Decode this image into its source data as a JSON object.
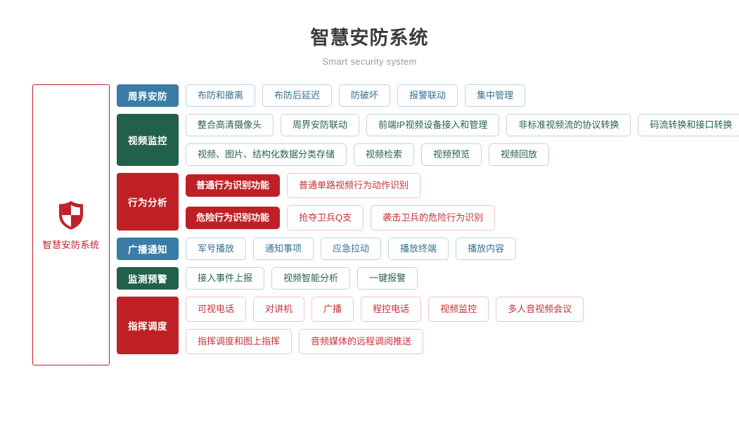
{
  "header": {
    "title": "智慧安防系统",
    "subtitle": "Smart security system"
  },
  "system_panel": {
    "icon": "shield-icon",
    "label": "智慧安防系统",
    "border_color": "#c0202a"
  },
  "colors": {
    "blue": "#3a7ca5",
    "green": "#21614b",
    "red": "#bf2026",
    "title": "#3b3b3b",
    "subtitle": "#9a9a9a"
  },
  "categories": [
    {
      "label": "周界安防",
      "color": "blue",
      "lines": [
        {
          "items": [
            {
              "label": "布防和撤离",
              "style": "outline"
            },
            {
              "label": "布防后延迟",
              "style": "outline"
            },
            {
              "label": "防破坏",
              "style": "outline"
            },
            {
              "label": "报警联动",
              "style": "outline"
            },
            {
              "label": "集中管理",
              "style": "outline"
            }
          ]
        }
      ]
    },
    {
      "label": "视频监控",
      "color": "green",
      "lines": [
        {
          "items": [
            {
              "label": "整合高清摄像头",
              "style": "outline"
            },
            {
              "label": "周界安防联动",
              "style": "outline"
            },
            {
              "label": "前端IP视频设备接入和管理",
              "style": "outline"
            },
            {
              "label": "非标准视频流的协议转换",
              "style": "outline"
            },
            {
              "label": "码流转换和接口转换",
              "style": "outline"
            }
          ]
        },
        {
          "items": [
            {
              "label": "视频、图片、结构化数据分类存储",
              "style": "outline"
            },
            {
              "label": "视频检索",
              "style": "outline"
            },
            {
              "label": "视频预览",
              "style": "outline"
            },
            {
              "label": "视频回放",
              "style": "outline"
            }
          ]
        }
      ]
    },
    {
      "label": "行为分析",
      "color": "red",
      "lines": [
        {
          "items": [
            {
              "label": "普通行为识别功能",
              "style": "solid"
            },
            {
              "label": "普通单路视频行为动作识别",
              "style": "outline"
            }
          ]
        },
        {
          "items": [
            {
              "label": "危险行为识别功能",
              "style": "solid"
            },
            {
              "label": "抢夺卫兵Q支",
              "style": "outline"
            },
            {
              "label": "袭击卫兵的危险行为识别",
              "style": "outline"
            }
          ]
        }
      ]
    },
    {
      "label": "广播通知",
      "color": "blue",
      "lines": [
        {
          "items": [
            {
              "label": "军号播放",
              "style": "outline"
            },
            {
              "label": "通知事项",
              "style": "outline"
            },
            {
              "label": "应急拉动",
              "style": "outline"
            },
            {
              "label": "播放终端",
              "style": "outline"
            },
            {
              "label": "播放内容",
              "style": "outline"
            }
          ]
        }
      ]
    },
    {
      "label": "监测预警",
      "color": "green",
      "lines": [
        {
          "items": [
            {
              "label": "接入事件上报",
              "style": "outline"
            },
            {
              "label": "视频智能分析",
              "style": "outline"
            },
            {
              "label": "一键报警",
              "style": "outline"
            }
          ]
        }
      ]
    },
    {
      "label": "指挥调度",
      "color": "red",
      "lines": [
        {
          "items": [
            {
              "label": "可视电话",
              "style": "outline"
            },
            {
              "label": "对讲机",
              "style": "outline"
            },
            {
              "label": "广播",
              "style": "outline"
            },
            {
              "label": "程控电话",
              "style": "outline"
            },
            {
              "label": "视频监控",
              "style": "outline"
            },
            {
              "label": "多人音视频会议",
              "style": "outline"
            }
          ]
        },
        {
          "items": [
            {
              "label": "指挥调度和图上指挥",
              "style": "outline"
            },
            {
              "label": "音频媒体的远程调阅推送",
              "style": "outline"
            }
          ]
        }
      ]
    }
  ]
}
